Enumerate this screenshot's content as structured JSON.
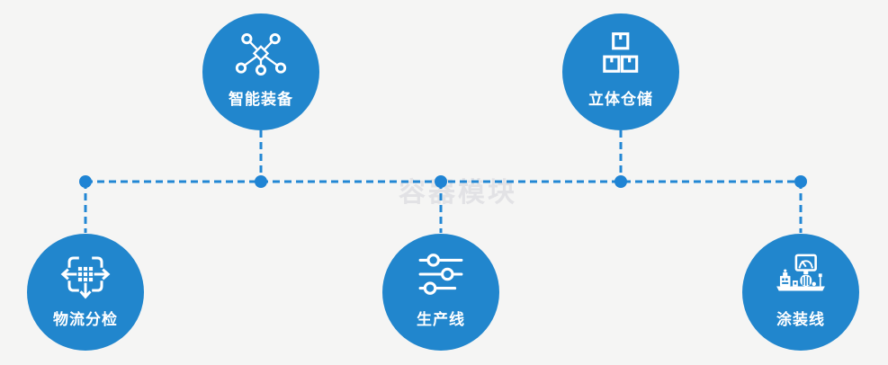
{
  "watermark": {
    "text": "容器模块"
  },
  "colors": {
    "background": "#f5f5f4",
    "circle": "#2186cd",
    "connector": "#2287d4",
    "label": "#ffffff",
    "watermark": "#e2e2e5"
  },
  "diagram": {
    "type": "process-overview",
    "nodes": [
      {
        "id": "smart-equipment",
        "label": "智能装备",
        "icon": "network-nodes-icon",
        "row": "top"
      },
      {
        "id": "stereoscopic-warehouse",
        "label": "立体仓储",
        "icon": "stacked-boxes-icon",
        "row": "top"
      },
      {
        "id": "logistics-sorting",
        "label": "物流分检",
        "icon": "sorting-arrows-icon",
        "row": "bottom"
      },
      {
        "id": "production-line",
        "label": "生产线",
        "icon": "sliders-icon",
        "row": "bottom"
      },
      {
        "id": "painting-line",
        "label": "涂装线",
        "icon": "control-station-icon",
        "row": "bottom"
      }
    ],
    "connections": "all five nodes linked by dashed lines to a horizontal dashed bus with junction dots"
  }
}
